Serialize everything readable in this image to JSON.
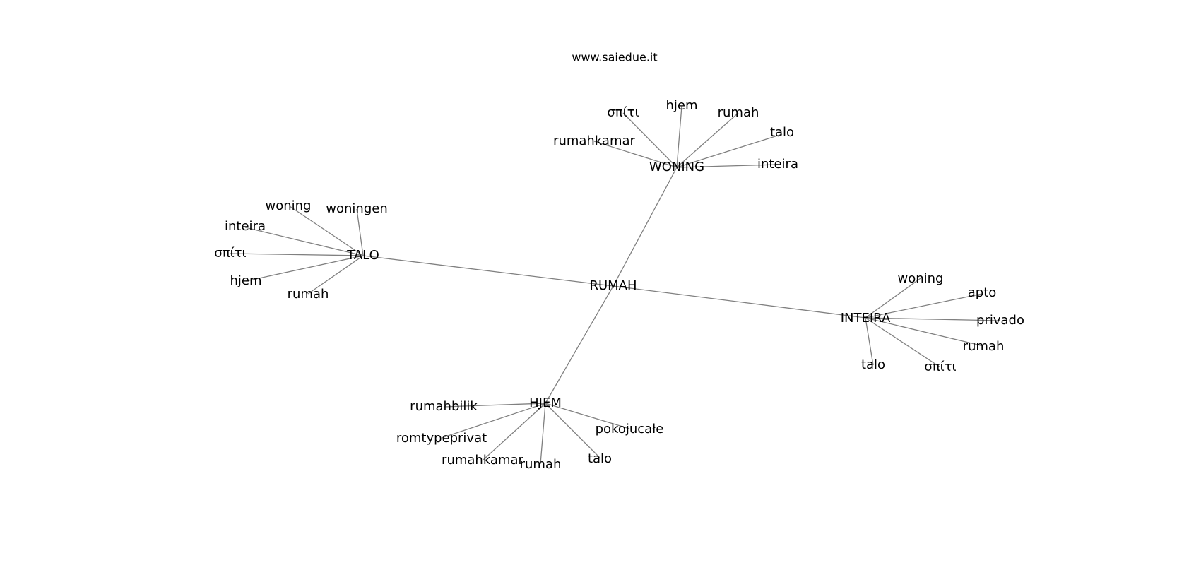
{
  "watermark": "www.saiedue.it",
  "graph": {
    "center": "RUMAH",
    "hubs": [
      {
        "label": "WONING",
        "leaves": [
          "σπίτι",
          "hjem",
          "rumah",
          "talo",
          "rumahkamar",
          "inteira"
        ]
      },
      {
        "label": "TALO",
        "leaves": [
          "woning",
          "woningen",
          "inteira",
          "σπίτι",
          "hjem",
          "rumah"
        ]
      },
      {
        "label": "INTEIRA",
        "leaves": [
          "woning",
          "apto",
          "privado",
          "rumah",
          "talo",
          "σπίτι"
        ]
      },
      {
        "label": "HJEM",
        "leaves": [
          "rumahbilik",
          "pokojucałe",
          "romtypeprivat",
          "rumahkamar",
          "rumah",
          "talo"
        ]
      }
    ]
  },
  "colors": {
    "edge": "#808080",
    "text": "#000000",
    "background": "#ffffff"
  }
}
